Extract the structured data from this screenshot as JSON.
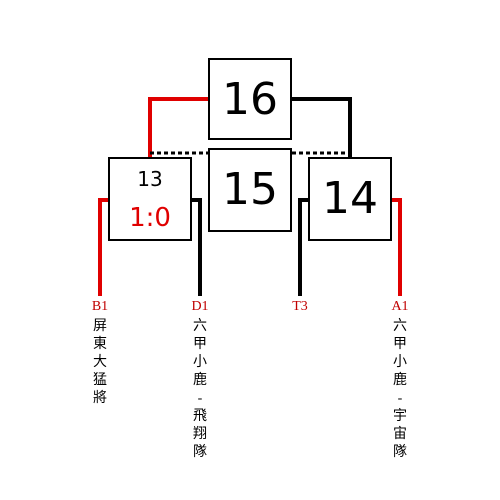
{
  "colors": {
    "line": "#000000",
    "winner": "#e00000",
    "label_red": "#c00000",
    "label_black": "#000000"
  },
  "matches": {
    "final": {
      "number": "16"
    },
    "third_place": {
      "number": "15"
    },
    "left_semi": {
      "number": "13",
      "score": "1:0"
    },
    "right_semi": {
      "number": "14"
    }
  },
  "teams": {
    "b1": {
      "seed": "B1",
      "name": "屏\n東\n大\n猛\n將"
    },
    "d1": {
      "seed": "D1",
      "name": "六\n甲\n小\n鹿\n-\n飛\n翔\n隊"
    },
    "t3": {
      "seed": "T3",
      "name": ""
    },
    "a1": {
      "seed": "A1",
      "name": "六\n甲\n小\n鹿\n-\n宇\n宙\n隊"
    }
  }
}
